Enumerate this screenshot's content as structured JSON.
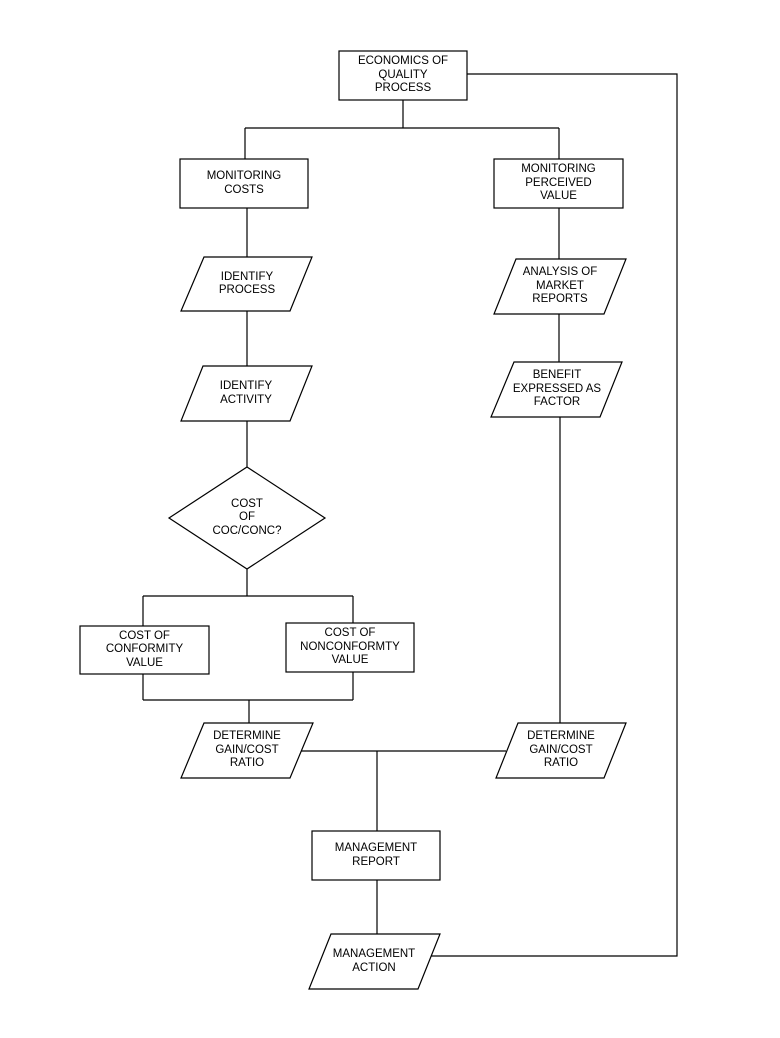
{
  "nodes": {
    "economics": {
      "lines": [
        "ECONOMICS OF",
        "QUALITY",
        "PROCESS"
      ]
    },
    "monitor_costs": {
      "lines": [
        "MONITORING",
        "COSTS"
      ]
    },
    "monitor_value": {
      "lines": [
        "MONITORING",
        "PERCEIVED",
        "VALUE"
      ]
    },
    "identify_process": {
      "lines": [
        "IDENTIFY",
        "PROCESS"
      ]
    },
    "analysis_market": {
      "lines": [
        "ANALYSIS OF",
        "MARKET",
        "REPORTS"
      ]
    },
    "identify_activity": {
      "lines": [
        "IDENTIFY",
        "ACTIVITY"
      ]
    },
    "benefit_factor": {
      "lines": [
        "BENEFIT",
        "EXPRESSED AS",
        "FACTOR"
      ]
    },
    "cost_decision": {
      "lines": [
        "COST",
        "OF",
        "COC/CONC?"
      ]
    },
    "conformity_value": {
      "lines": [
        "COST OF",
        "CONFORMITY",
        "VALUE"
      ]
    },
    "nonconformity_value": {
      "lines": [
        "COST OF",
        "NONCONFORMTY",
        "VALUE"
      ]
    },
    "gain_cost_left": {
      "lines": [
        "DETERMINE",
        "GAIN/COST",
        "RATIO"
      ]
    },
    "gain_cost_right": {
      "lines": [
        "DETERMINE",
        "GAIN/COST",
        "RATIO"
      ]
    },
    "management_report": {
      "lines": [
        "MANAGEMENT",
        "REPORT"
      ]
    },
    "management_action": {
      "lines": [
        "MANAGEMENT",
        "ACTION"
      ]
    }
  }
}
